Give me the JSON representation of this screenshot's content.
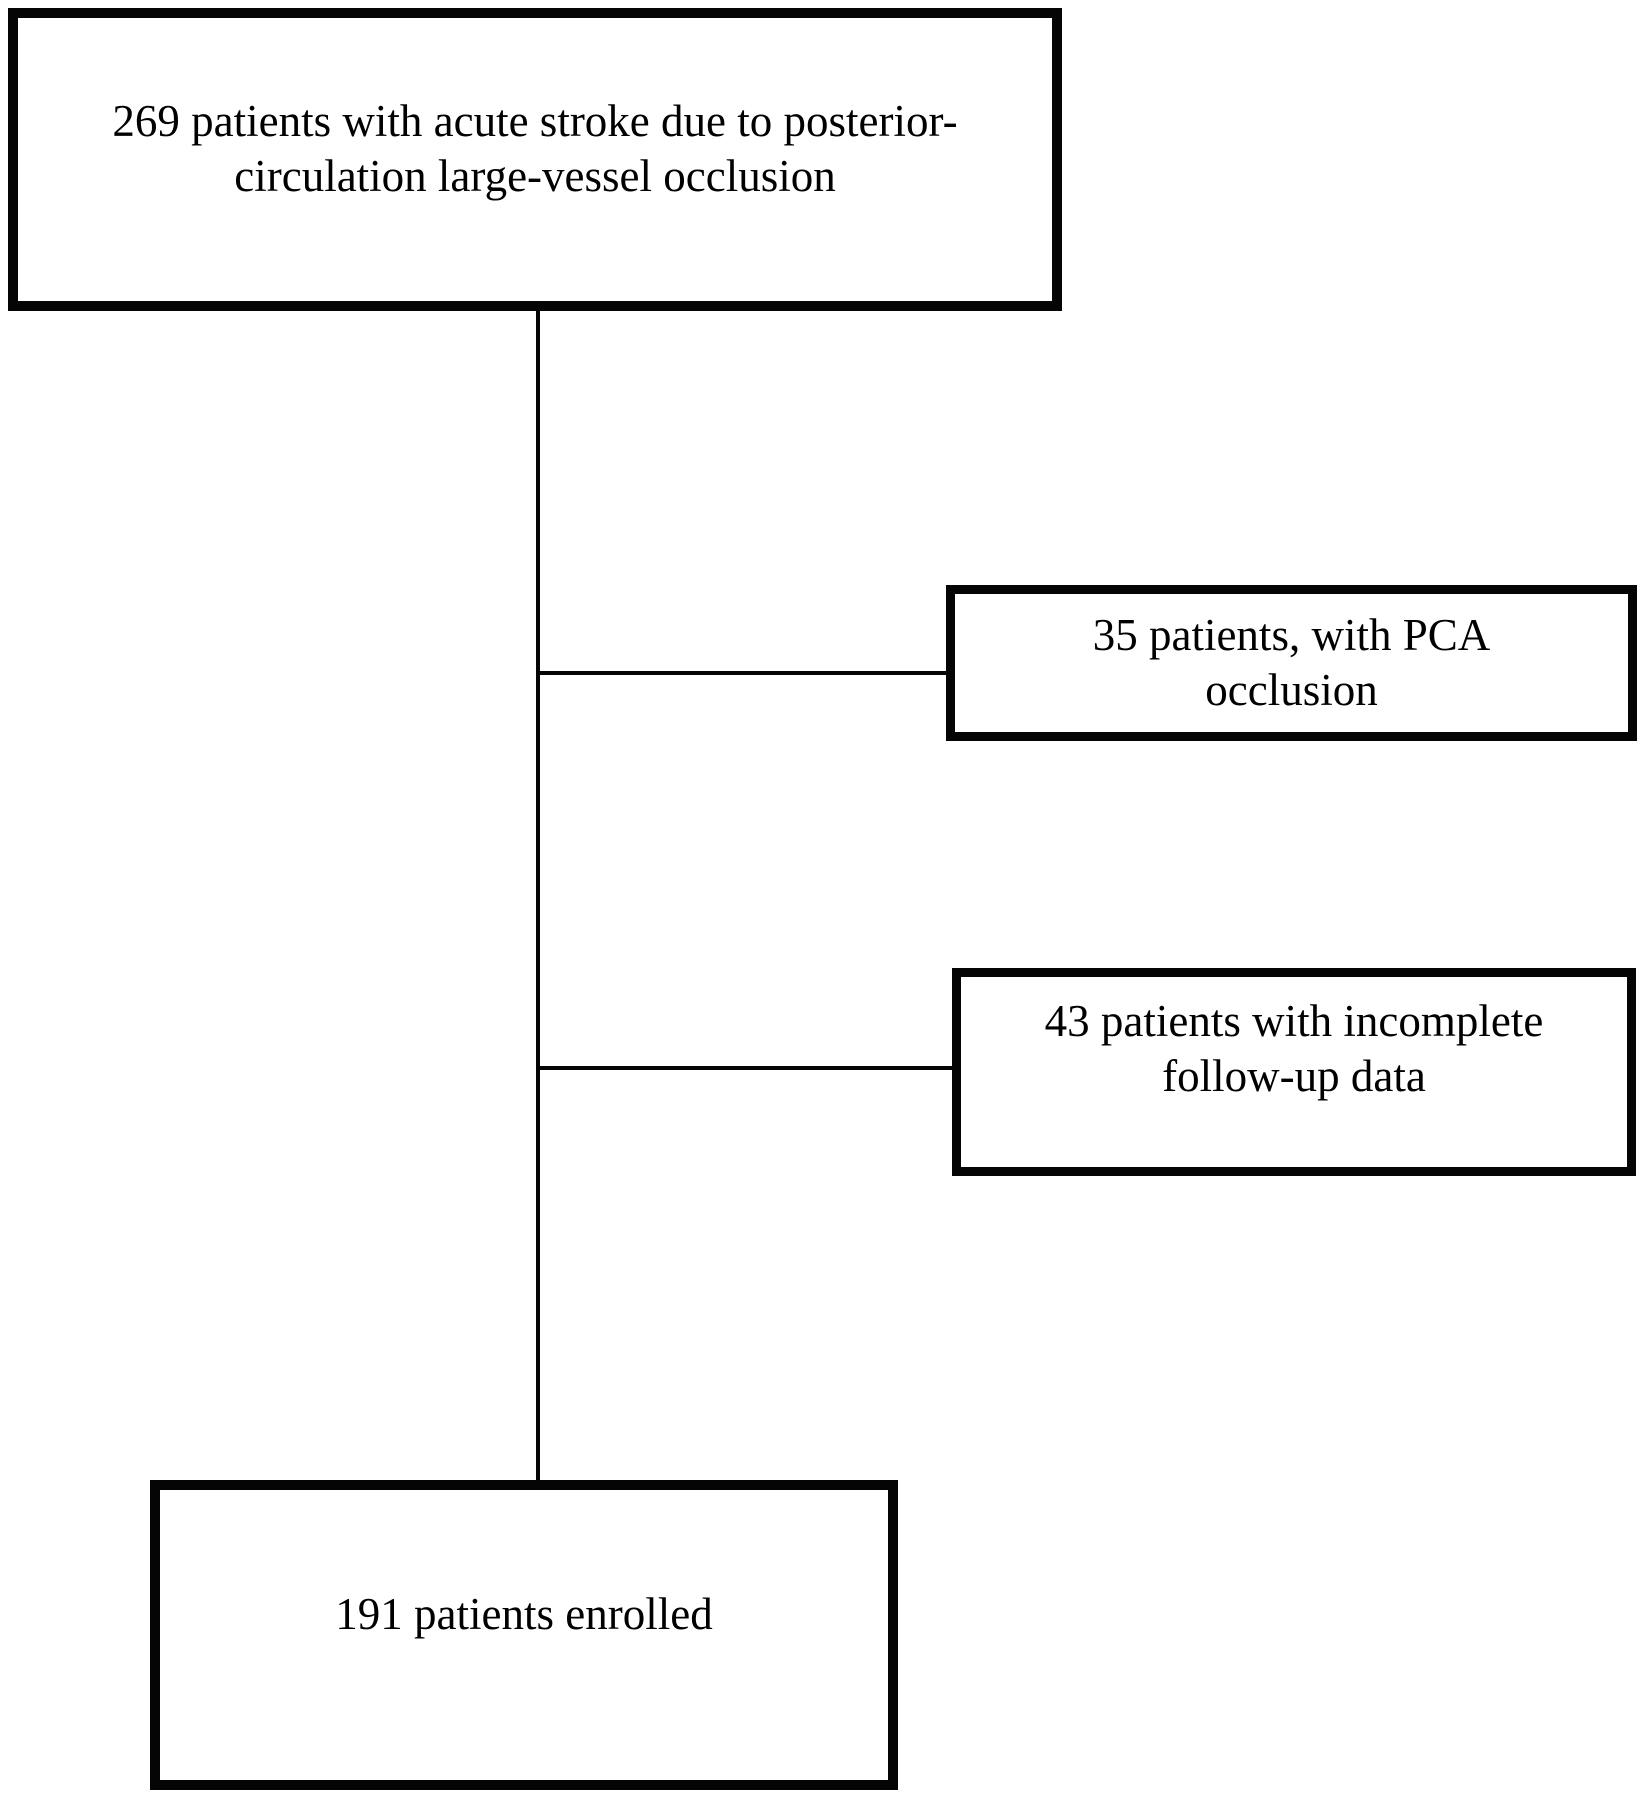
{
  "diagram_type": "patient-enrollment-flowchart",
  "colors": {
    "background": "#ffffff",
    "line": "#050505",
    "text": "#000000",
    "box_fill": "#ffffff"
  },
  "nodes": {
    "total": {
      "count": 269,
      "text": "269 patients with acute stroke due to posterior-circulation large-vessel occlusion",
      "lines": [
        "269 patients with acute stroke due to posterior-",
        "circulation large-vessel occlusion"
      ]
    },
    "pca_occlusion": {
      "count": 35,
      "text": "35 patients, with PCA occlusion",
      "lines": [
        "35 patients, with PCA",
        "occlusion"
      ]
    },
    "incomplete_followup": {
      "count": 43,
      "text": "43 patients with incomplete follow-up data",
      "lines": [
        "43 patients with incomplete",
        "follow-up data"
      ]
    },
    "enrolled": {
      "count": 191,
      "text": "191 patients enrolled",
      "lines": [
        "191 patients enrolled"
      ]
    }
  },
  "edges": [
    {
      "from": "total",
      "to": "enrolled",
      "type": "main-flow"
    },
    {
      "from": "main-flow",
      "to": "pca_occlusion",
      "type": "exclusion-branch"
    },
    {
      "from": "main-flow",
      "to": "incomplete_followup",
      "type": "exclusion-branch"
    }
  ]
}
